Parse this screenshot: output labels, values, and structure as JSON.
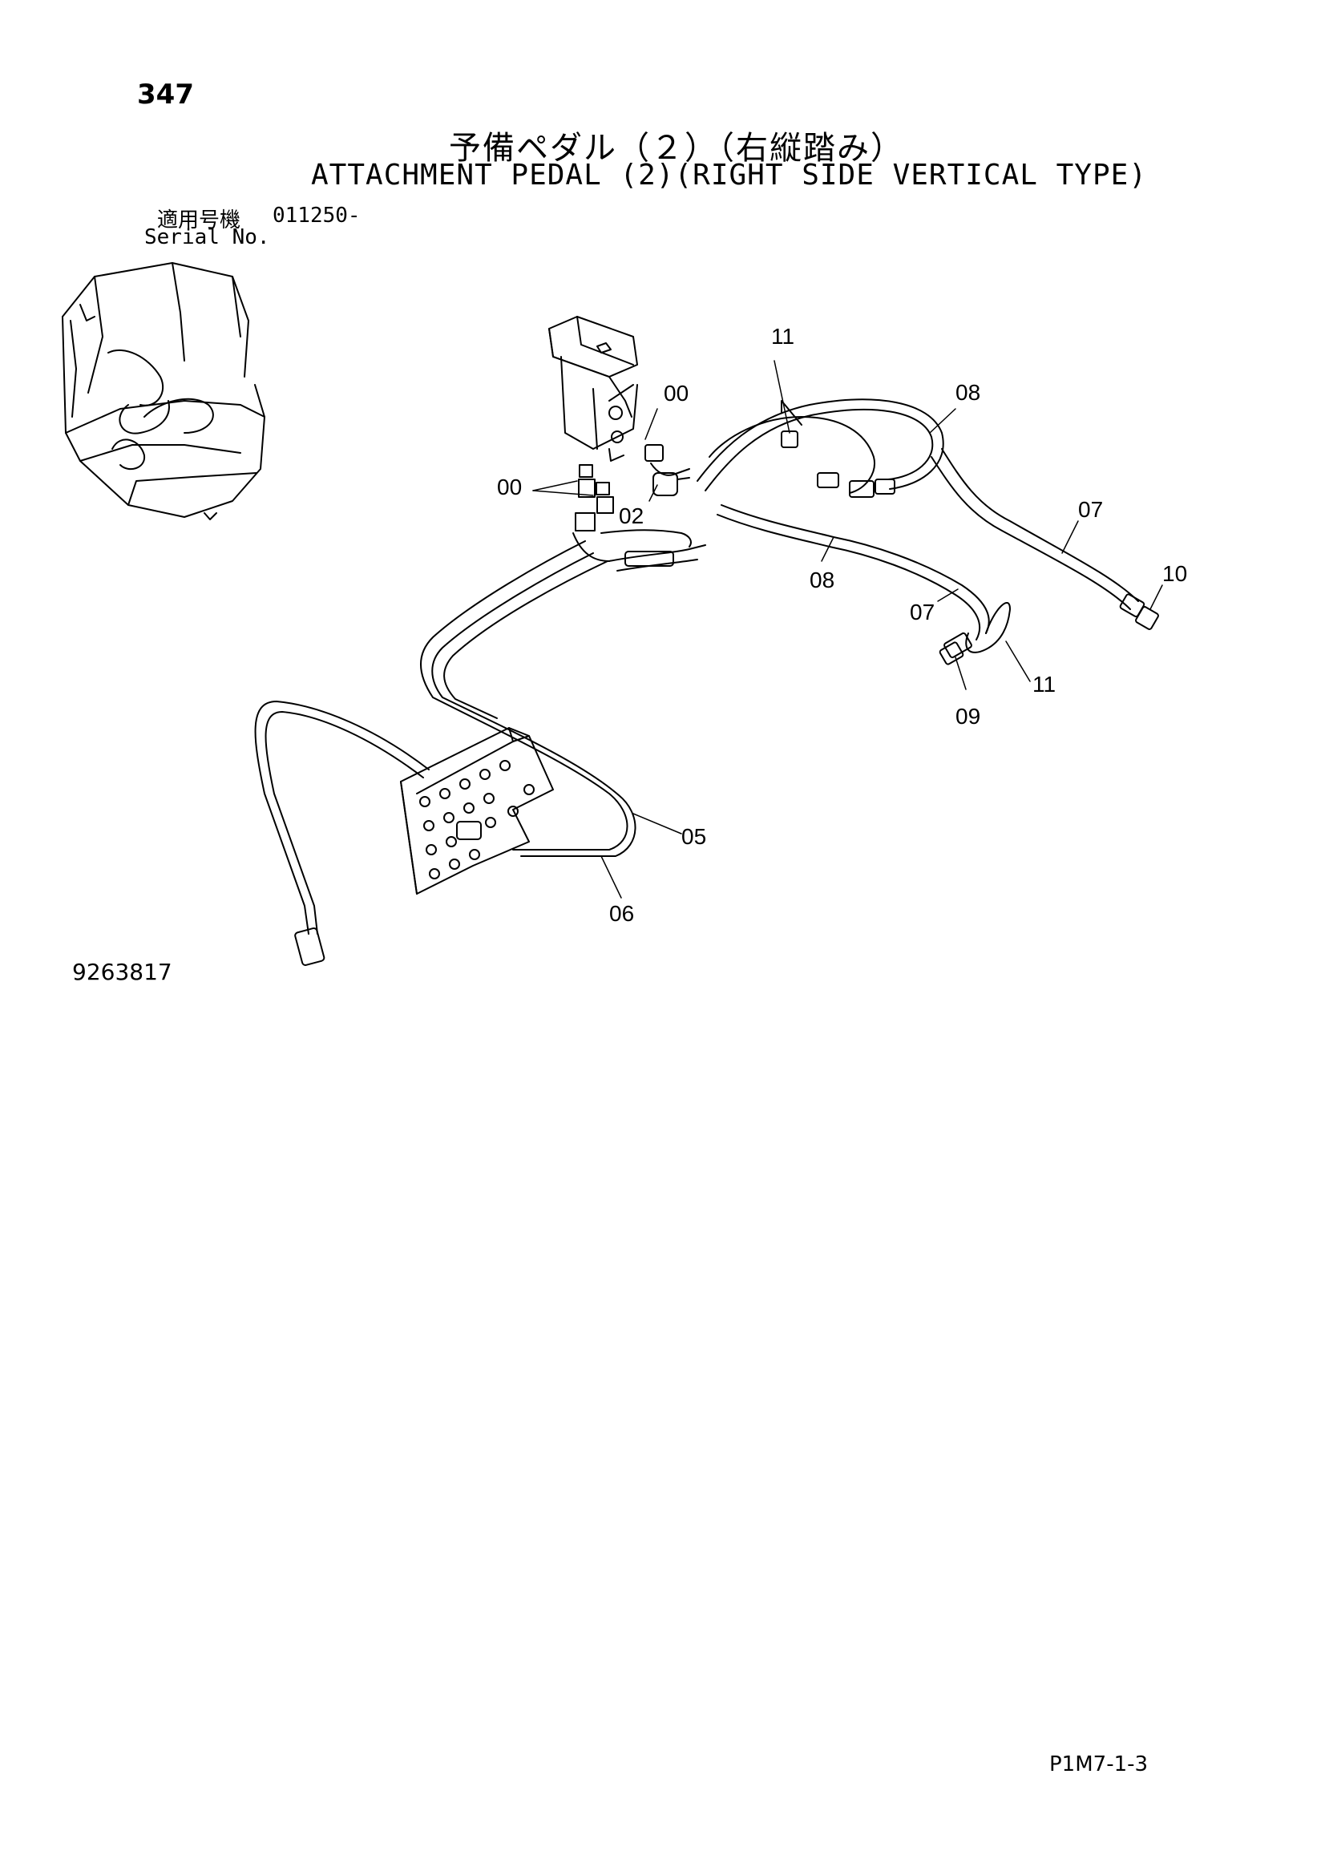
{
  "page_number": "347",
  "title_japanese": "予備ペダル（２）（右縦踏み）",
  "title_english": "ATTACHMENT PEDAL (2)(RIGHT SIDE VERTICAL TYPE)",
  "serial": {
    "label_japanese": "適用号機",
    "value": "011250-",
    "label_english": "Serial No."
  },
  "callouts": {
    "c00_top": "00",
    "c00_left": "00",
    "c02": "02",
    "c11_top": "11",
    "c08_top": "08",
    "c07_right": "07",
    "c10": "10",
    "c08_mid": "08",
    "c07_mid": "07",
    "c11_bottom": "11",
    "c09": "09",
    "c05": "05",
    "c06": "06"
  },
  "drawing_number": "9263817",
  "page_code": "P1M7-1-3"
}
